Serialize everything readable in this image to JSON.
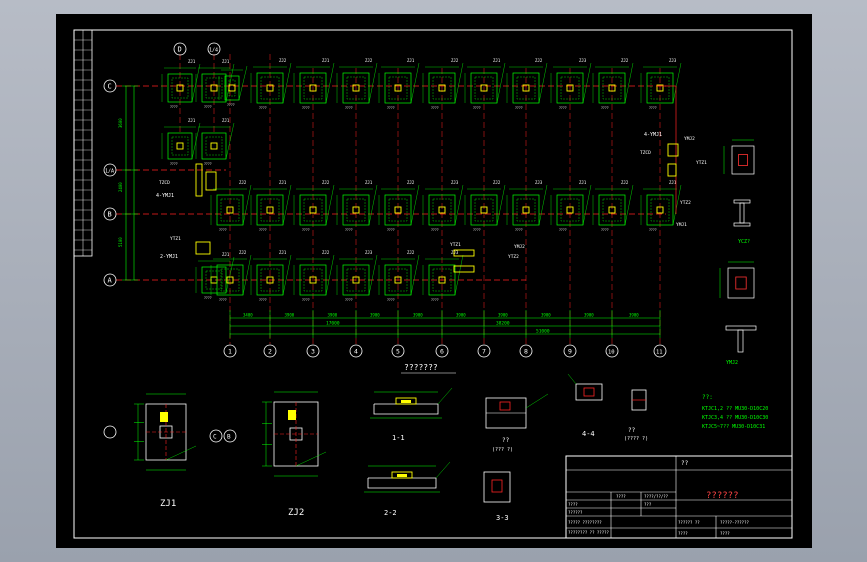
{
  "drawing": {
    "title_block_heading": "??",
    "title_block_drawing_name": "??????",
    "plan_title": "???????",
    "block_rows": [
      {
        "left": "????",
        "mid": "????",
        "mid2": "????/??/??"
      },
      {
        "left": "??????",
        "mid": "",
        "mid2": "???"
      },
      {
        "left": "?????  ????????",
        "mid": "",
        "mid2": ""
      },
      {
        "left": "????????  ??  ?????",
        "mid": "",
        "mid2": ""
      }
    ],
    "block_bottom": {
      "project_no_label": "?????? ??",
      "project_no": "?????-??????",
      "scale_label": "????",
      "scale": "????"
    },
    "axes_rows": [
      "C",
      "1/A",
      "B",
      "A"
    ],
    "axes_cols": [
      "1",
      "2",
      "3",
      "4",
      "5",
      "6",
      "7",
      "8",
      "9",
      "10",
      "11"
    ],
    "top_axis_labels": [
      "D",
      "1/4"
    ],
    "dim_spans": [
      "3400",
      "3900",
      "3900",
      "3900",
      "3900",
      "3900",
      "3900",
      "3900",
      "3900",
      "3900"
    ],
    "dim_totals": [
      "17000",
      "38200",
      "51000"
    ],
    "left_dims": [
      "3600",
      "2400",
      "5100"
    ],
    "beam_labels": [
      "ZJ1",
      "ZJ2",
      "ZJ1",
      "ZJ2",
      "ZJ1",
      "ZJ2",
      "ZJ1",
      "ZJ2",
      "ZJ3",
      "ZJ2",
      "ZJ3"
    ],
    "tag_labels": {
      "tzcd": "TZCD",
      "fourmj": "4-YMJ1",
      "twomj": "2-YMJ1",
      "ytz1": "YTZ1",
      "ymj2": "YMJ2",
      "ytz2": "YTZ2",
      "ymj1": "YMJ1",
      "ycz": "YCZ?"
    },
    "notes": {
      "title": "??:",
      "lines": [
        "KTJC1,2 ?? MU30-D10C20",
        "KTJC3,4 ?? MU30-D10C30",
        "KTJC5~7?? MU30-D10C31"
      ]
    },
    "details": {
      "zj1": "ZJ1",
      "zj2": "ZJ2",
      "sec11": "1-1",
      "sec22": "2-2",
      "sec33": "3-3",
      "sec44": "4-4",
      "sec_kl": "??",
      "sec_kl_sub": "(??? ?)",
      "sec_misc": "??",
      "sec_misc_sub": "(???? ?)",
      "detail_ab": "C B",
      "ymj1_label": "YMJ1",
      "ymj2_label": "YMJ2"
    }
  }
}
